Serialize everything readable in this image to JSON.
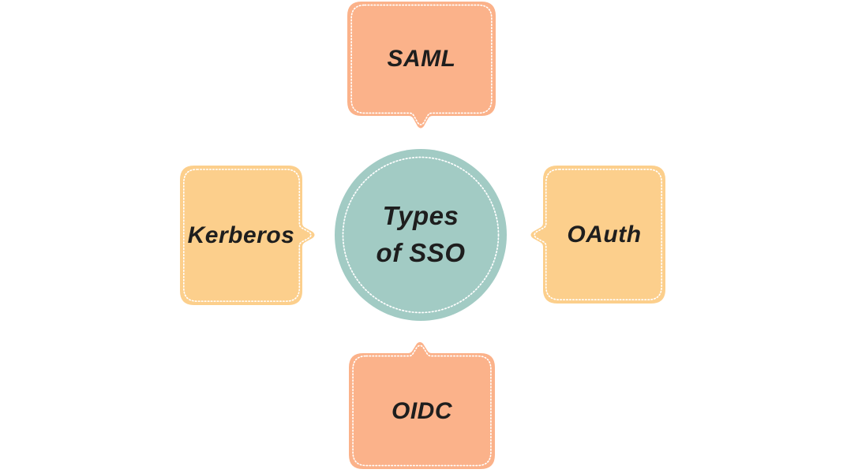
{
  "diagram": {
    "center": {
      "title_line1": "Types",
      "title_line2": "of SSO"
    },
    "nodes": [
      {
        "id": "saml",
        "label": "SAML",
        "position": "top",
        "fill": "#fbb28a"
      },
      {
        "id": "oauth",
        "label": "OAuth",
        "position": "right",
        "fill": "#fccf8c"
      },
      {
        "id": "oidc",
        "label": "OIDC",
        "position": "bottom",
        "fill": "#fbb28a"
      },
      {
        "id": "kerberos",
        "label": "Kerberos",
        "position": "left",
        "fill": "#fccf8c"
      }
    ],
    "colors": {
      "salmon": "#fbb28a",
      "gold": "#fccf8c",
      "teal": "#a2cbc4",
      "dash": "#ffffff",
      "text": "#1e1e1e",
      "background": "#ffffff"
    }
  }
}
